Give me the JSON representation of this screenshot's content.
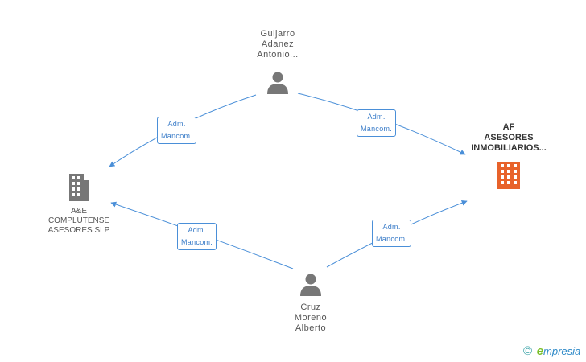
{
  "people": {
    "guijarro": {
      "lines": [
        "Guijarro",
        "Adanez",
        "Antonio..."
      ]
    },
    "cruz": {
      "lines": [
        "Cruz",
        "Moreno",
        "Alberto"
      ]
    }
  },
  "companies": {
    "ae": {
      "lines": [
        "A&E",
        "COMPLUTENSE",
        "ASESORES SLP"
      ]
    },
    "af": {
      "lines": [
        "AF",
        "ASESORES",
        "INMOBILIARIOS..."
      ],
      "color": "#e8622a"
    }
  },
  "edge_labels": {
    "guijarro_ae": [
      "Adm.",
      "Mancom."
    ],
    "guijarro_af": [
      "Adm.",
      "Mancom."
    ],
    "cruz_ae": [
      "Adm.",
      "Mancom."
    ],
    "cruz_af": [
      "Adm.",
      "Mancom."
    ]
  },
  "colors": {
    "edge": "#4a8fd8",
    "person": "#777777",
    "building": "#777777",
    "highlight": "#e8622a"
  },
  "brand": {
    "copyright": "©",
    "e": "e",
    "rest": "mpresia"
  }
}
